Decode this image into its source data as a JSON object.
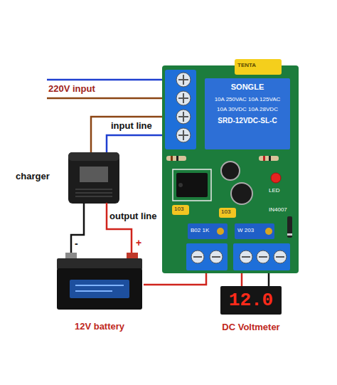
{
  "diagram": {
    "nodes": [
      {
        "text": [
          "LED",
          "IN4007",
          "103",
          "103",
          "B02 1K",
          "W 203"
        ]
      },
      {
        "text": [
          "SONGLE",
          "10A 250VAC 10A 125VAC",
          "10A 30VDC 10A 28VDC",
          "SRD-12VDC-SL-C"
        ],
        "in": 0
      },
      {
        "text": [
          "charger"
        ]
      },
      {
        "text": [
          "12V battery"
        ]
      },
      {
        "text": [
          "12.0",
          "DC Voltmeter"
        ]
      }
    ],
    "edges": [
      {
        "from": 0,
        "to": 2,
        "label": "input line",
        "arrow": "none"
      },
      {
        "from": 2,
        "to": 3,
        "label": "output line",
        "arrow": "none"
      },
      {
        "from": 3,
        "to": 0,
        "arrow": "none"
      },
      {
        "from": 0,
        "to": 4,
        "arrow": "none"
      }
    ],
    "labels": [
      "220V input",
      "TENTA",
      "-",
      "+"
    ]
  }
}
